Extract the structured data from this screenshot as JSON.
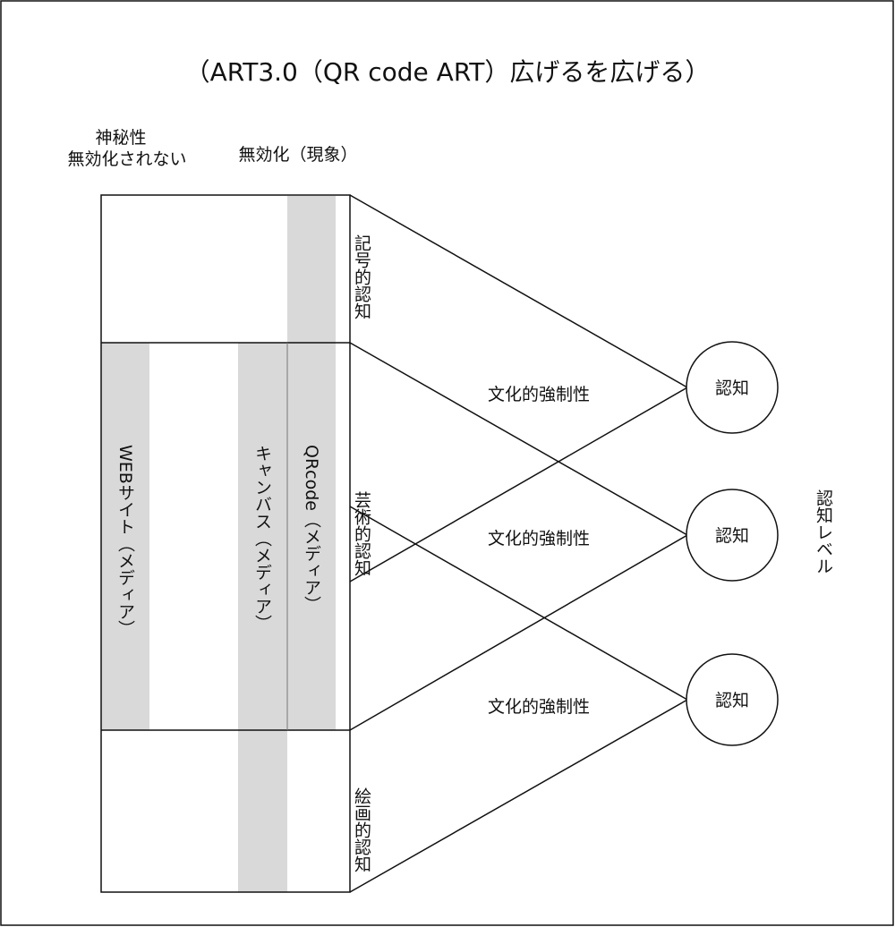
{
  "title": "（ART3.0（QR code ART）広げるを広げる）",
  "header_left": {
    "line1": "神秘性",
    "line2": "無効化されない"
  },
  "header_center": "無効化（現象）",
  "bands": [
    {
      "id": "website",
      "label": "WEBサイト（メディア）"
    },
    {
      "id": "canvas",
      "label": "キャンバス（メディア）"
    },
    {
      "id": "qrcode",
      "label": "QRcode（メディア）"
    }
  ],
  "recognitions": [
    {
      "id": "symbolic",
      "label": "記号的認知"
    },
    {
      "id": "artistic",
      "label": "芸術的認知"
    },
    {
      "id": "pictorial",
      "label": "絵画的認知"
    }
  ],
  "forces": [
    "文化的強制性",
    "文化的強制性",
    "文化的強制性"
  ],
  "nodes": [
    "認知",
    "認知",
    "認知"
  ],
  "side_label": "認知レベル",
  "colors": {
    "band_fill": "#d9d9d9",
    "stroke": "#111111",
    "background": "#ffffff"
  }
}
